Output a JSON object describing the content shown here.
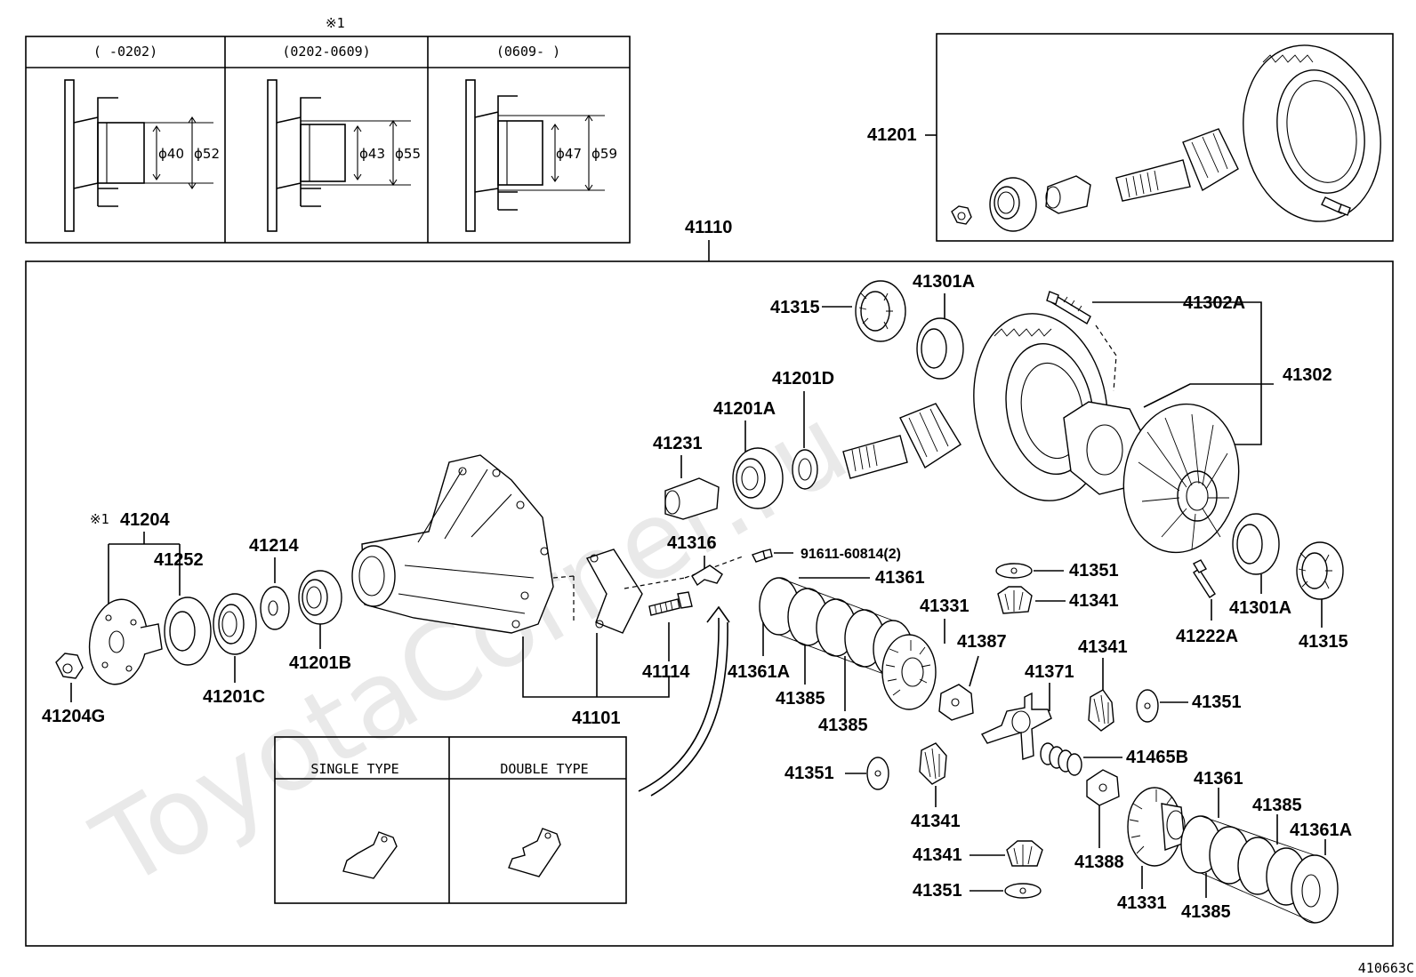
{
  "watermark": "ToyotaCorner.ru",
  "reference_code": "410663C",
  "note_mark": "※1",
  "dimension_table": {
    "columns": [
      {
        "label": "(      -0202)",
        "inner": "ϕ40",
        "outer": "ϕ52"
      },
      {
        "label": "(0202-0609)",
        "inner": "ϕ43",
        "outer": "ϕ55"
      },
      {
        "label": "(0609-      )",
        "inner": "ϕ47",
        "outer": "ϕ59"
      }
    ]
  },
  "bracket_types": {
    "single": "SINGLE TYPE",
    "double": "DOUBLE TYPE"
  },
  "labels": {
    "l41201": "41201",
    "l41110": "41110",
    "l41315a": "41315",
    "l41301Aa": "41301A",
    "l41302A": "41302A",
    "l41302": "41302",
    "l41201D": "41201D",
    "l41201A": "41201A",
    "l41231": "41231",
    "l41204note": "※1",
    "l41204": "41204",
    "l41252": "41252",
    "l41214": "41214",
    "l41316": "41316",
    "l91611": "91611-60814(2)",
    "l41361a": "41361",
    "l41351a": "41351",
    "l41341a": "41341",
    "l41331a": "41331",
    "l41387": "41387",
    "l41341b": "41341",
    "l41371": "41371",
    "l41351b": "41351",
    "l41204G": "41204G",
    "l41201C": "41201C",
    "l41201B": "41201B",
    "l41101": "41101",
    "l41114": "41114",
    "l41361Aa": "41361A",
    "l41385a": "41385",
    "l41385b": "41385",
    "l41222A": "41222A",
    "l41301Ab": "41301A",
    "l41315b": "41315",
    "l41465B": "41465B",
    "l41351c": "41351",
    "l41341c": "41341",
    "l41341d": "41341",
    "l41351d": "41351",
    "l41388": "41388",
    "l41331b": "41331",
    "l41361b": "41361",
    "l41385c": "41385",
    "l41361Ab": "41361A",
    "l41385d": "41385"
  }
}
